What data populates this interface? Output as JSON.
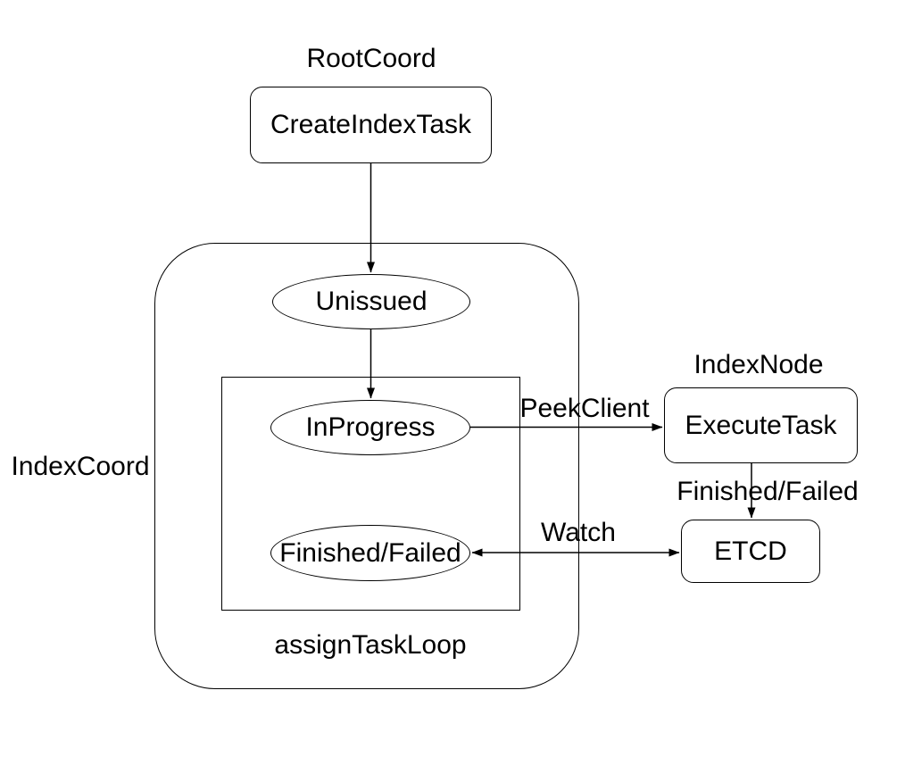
{
  "colors": {
    "background": "#ffffff",
    "stroke": "#000000",
    "text": "#000000"
  },
  "region_labels": {
    "root_coord": "RootCoord",
    "index_coord": "IndexCoord",
    "index_node": "IndexNode",
    "assign_task_loop": "assignTaskLoop"
  },
  "nodes": {
    "create_index_task": "CreateIndexTask",
    "unissued": "Unissued",
    "in_progress": "InProgress",
    "finished_failed": "Finished/Failed",
    "execute_task": "ExecuteTask",
    "etcd": "ETCD"
  },
  "edges": {
    "create_to_unissued": {
      "from": "CreateIndexTask",
      "to": "Unissued",
      "label": ""
    },
    "unissued_to_inprogress": {
      "from": "Unissued",
      "to": "InProgress",
      "label": ""
    },
    "peek_client": {
      "from": "InProgress",
      "to": "ExecuteTask",
      "label": "PeekClient"
    },
    "execute_to_etcd": {
      "from": "ExecuteTask",
      "to": "ETCD",
      "label": "Finished/Failed"
    },
    "watch": {
      "from": "Finished/Failed",
      "to": "ETCD",
      "label": "Watch",
      "bidirectional": true
    }
  }
}
